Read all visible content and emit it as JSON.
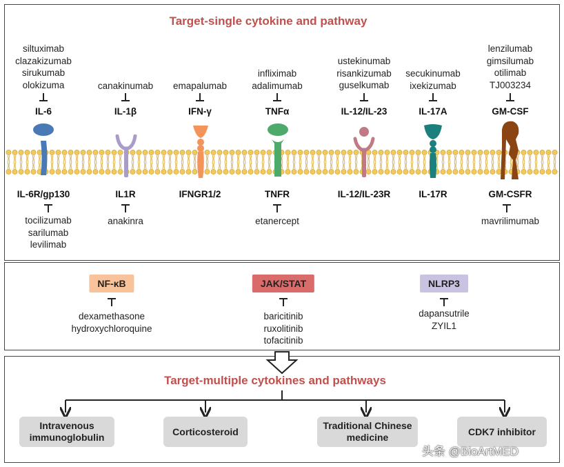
{
  "top": {
    "title": "Target-single cytokine and pathway",
    "columns": [
      {
        "cytokine": "IL-6",
        "receptor": "IL-6R/gp130",
        "drugs_above": [
          "siltuximab",
          "clazakizumab",
          "sirukumab",
          "olokizuma"
        ],
        "drugs_below": [
          "tocilizumab",
          "sarilumab",
          "levilimab"
        ],
        "color": "#4a7ab5"
      },
      {
        "cytokine": "IL-1β",
        "receptor": "IL1R",
        "drugs_above": [
          "canakinumab"
        ],
        "drugs_below": [
          "anakinra"
        ],
        "color": "#a99cc9"
      },
      {
        "cytokine": "IFN-γ",
        "receptor": "IFNGR1/2",
        "drugs_above": [
          "emapalumab"
        ],
        "drugs_below": [],
        "color": "#f4935a"
      },
      {
        "cytokine": "TNFα",
        "receptor": "TNFR",
        "drugs_above": [
          "infliximab",
          "adalimumab"
        ],
        "drugs_below": [
          "etanercept"
        ],
        "color": "#4daa6a"
      },
      {
        "cytokine": "IL-12/IL-23",
        "receptor": "IL-12/IL-23R",
        "drugs_above": [
          "ustekinumab",
          "risankizumab",
          "guselkumab"
        ],
        "drugs_below": [],
        "color": "#c07a86"
      },
      {
        "cytokine": "IL-17A",
        "receptor": "IL-17R",
        "drugs_above": [
          "secukinumab",
          "ixekizumab"
        ],
        "drugs_below": [],
        "color": "#1a7f7d"
      },
      {
        "cytokine": "GM-CSF",
        "receptor": "GM-CSFR",
        "drugs_above": [
          "lenzilumab",
          "gimsilumab",
          "otilimab",
          "TJ003234"
        ],
        "drugs_below": [
          "mavrilimumab"
        ],
        "color": "#8b4513"
      }
    ]
  },
  "middle": {
    "pathways": [
      {
        "name": "NF-κB",
        "drugs": [
          "dexamethasone",
          "hydroxychloroquine"
        ],
        "color": "#f8c39a"
      },
      {
        "name": "JAK/STAT",
        "drugs": [
          "baricitinib",
          "ruxolitinib",
          "tofacitinib"
        ],
        "color": "#d96b6b"
      },
      {
        "name": "NLRP3",
        "drugs": [
          "dapansutrile",
          "ZYIL1"
        ],
        "color": "#c9c2e0"
      }
    ]
  },
  "bottom": {
    "title": "Target-multiple cytokines and pathways",
    "items": [
      "Intravenous immunoglobulin",
      "Corticosteroid",
      "Traditional Chinese medicine",
      "CDK7 inhibitor"
    ]
  },
  "watermark": "头条 @BioArtMED"
}
